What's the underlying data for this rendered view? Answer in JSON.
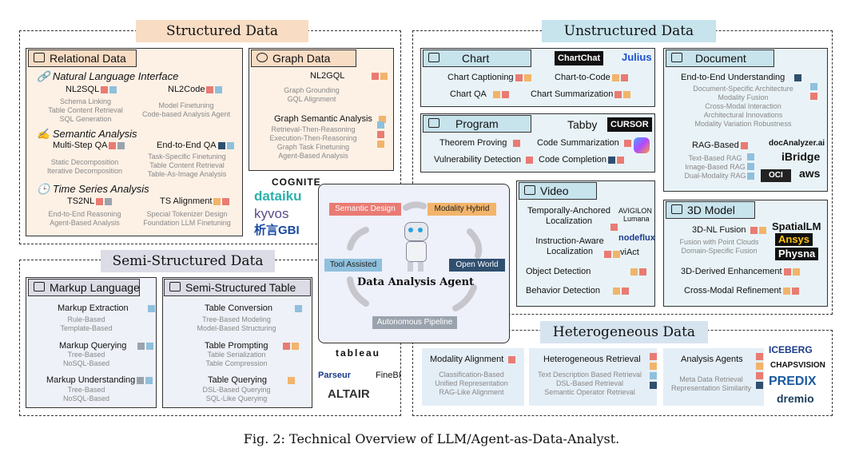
{
  "colors": {
    "structured_band": "#f8dcc4",
    "unstructured_band": "#c7e3ec",
    "semi_band": "#dcdce6",
    "hetero_band": "#d6e4f0",
    "structured_fill": "#fdf1e6",
    "unstructured_fill": "#e9f3f7",
    "semi_fill": "#eef1f8",
    "hetero_fill": "#e4eef6",
    "sq_red": "#e97b73",
    "sq_orange": "#f2b46a",
    "sq_blue": "#8fc0dd",
    "sq_navy": "#2f4f6f",
    "sq_gray": "#9aa3ad"
  },
  "sections": {
    "structured": "Structured Data",
    "unstructured": "Unstructured Data",
    "semi": "Semi-Structured Data",
    "hetero": "Heterogeneous Data"
  },
  "relational": {
    "title": "Relational Data",
    "nli": "Natural Language Interface",
    "nl2sql": "NL2SQL",
    "nl2sql_subs": [
      "Schema Linking",
      "Table Content Retrieval",
      "SQL Generation"
    ],
    "nl2code": "NL2Code",
    "nl2code_subs": [
      "Model Finetuning",
      "Code-based Analysis Agent"
    ],
    "semantic": "Semantic Analysis",
    "multistep": "Multi-Step QA",
    "multistep_subs": [
      "Static Decomposition",
      "Iterative Decomposition"
    ],
    "e2e": "End-to-End QA",
    "e2e_subs": [
      "Task-Specific Finetuning",
      "Table Content Retrieval",
      "Table-As-Image Analysis"
    ],
    "timeseries": "Time Series Analysis",
    "ts2nl": "TS2NL",
    "ts2nl_subs": [
      "End-to-End Reasoning",
      "Agent-Based Analysis"
    ],
    "tsalign": "TS Alignment",
    "tsalign_subs": [
      "Special Tokenizer Design",
      "Foundation LLM Finetuning"
    ]
  },
  "graph": {
    "title": "Graph Data",
    "nl2gql": "NL2GQL",
    "nl2gql_subs": [
      "Graph Grounding",
      "GQL Alignment"
    ],
    "gsa": "Graph Semantic Analysis",
    "gsa_subs": [
      "Retrieval-Then-Reasoning",
      "Execution-Then-Reasoning",
      "Graph Task Finetuning",
      "Agent-Based Analysis"
    ]
  },
  "structured_logos": [
    "COGNITE",
    "dataiku",
    "kyvos",
    "析言GBI"
  ],
  "agent": {
    "title": "Data Analysis Agent",
    "stages": [
      "Semantic Design",
      "Modality Hybrid",
      "Open World",
      "Autonomous Pipeline",
      "Tool Assisted"
    ]
  },
  "chart": {
    "title": "Chart",
    "items": [
      "Chart Captioning",
      "Chart-to-Code",
      "Chart QA",
      "Chart Summarization"
    ],
    "logos": [
      "ChartChat",
      "Julius"
    ]
  },
  "program": {
    "title": "Program",
    "items": [
      "Theorem Proving",
      "Code Summarization",
      "Vulnerability Detection",
      "Code Completion"
    ],
    "logos": [
      "Tabby",
      "CURSOR"
    ]
  },
  "video": {
    "title": "Video",
    "items": [
      "Temporally-Anchored Localization",
      "Instruction-Aware Localization",
      "Object Detection",
      "Behavior Detection"
    ],
    "logos": [
      "AVIGILON",
      "Lumana",
      "nodeflux",
      "viAct"
    ]
  },
  "document": {
    "title": "Document",
    "e2e": "End-to-End Understanding",
    "e2e_subs": [
      "Document-Specific Architecture",
      "Modality Fusion",
      "Cross-Modal Interaction",
      "Architectural Innovations",
      "Modality Variation Robustness"
    ],
    "rag": "RAG-Based",
    "rag_subs": [
      "Text-Based RAG",
      "Image-Based RAG",
      "Dual-Modality RAG"
    ],
    "logos": [
      "docAnalyzer.ai",
      "iBridge",
      "OCI",
      "aws"
    ]
  },
  "model3d": {
    "title": "3D Model",
    "nl": "3D-NL Fusion",
    "nl_subs": [
      "Fusion with Point Clouds",
      "Domain-Specific Fusion"
    ],
    "items": [
      "3D-Derived Enhancement",
      "Cross-Modal Refinement"
    ],
    "logos": [
      "SpatialLM",
      "Ansys",
      "Physna"
    ]
  },
  "markup": {
    "title": "Markup Language",
    "extraction": "Markup Extraction",
    "extraction_subs": [
      "Rule-Based",
      "Template-Based"
    ],
    "querying": "Markup Querying",
    "querying_subs": [
      "Tree-Based",
      "NoSQL-Based"
    ],
    "understanding": "Markup Understanding",
    "understanding_subs": [
      "Tree-Based",
      "NoSQL-Based"
    ]
  },
  "semitable": {
    "title": "Semi-Structured Table",
    "conversion": "Table Conversion",
    "conversion_subs": [
      "Tree-Based Modeling",
      "Model-Based Structuring"
    ],
    "prompting": "Table Prompting",
    "prompting_subs": [
      "Table Serialization",
      "Table Compression"
    ],
    "querying": "Table Querying",
    "querying_subs": [
      "DSL-Based Querying",
      "SQL-Like Querying"
    ]
  },
  "semi_logos": [
    "tableau",
    "Parseur",
    "FineBI",
    "ALTAIR"
  ],
  "hetero": {
    "alignment": "Modality Alignment",
    "alignment_subs": [
      "Classification-Based",
      "Unified Representation",
      "RAG-Like Alignment"
    ],
    "retrieval": "Heterogeneous Retrieval",
    "retrieval_subs": [
      "Text Description Based Retrieval",
      "DSL-Based Retrieval",
      "Semantic Operator Retrieval"
    ],
    "agents": "Analysis Agents",
    "agents_subs": [
      "Meta Data Retrieval",
      "Representation Similarity"
    ],
    "logos": [
      "ICEBERG",
      "CHAPSVISION",
      "PREDIX",
      "dremio"
    ]
  },
  "caption": "Fig. 2: Technical Overview of LLM/Agent-as-Data-Analyst."
}
